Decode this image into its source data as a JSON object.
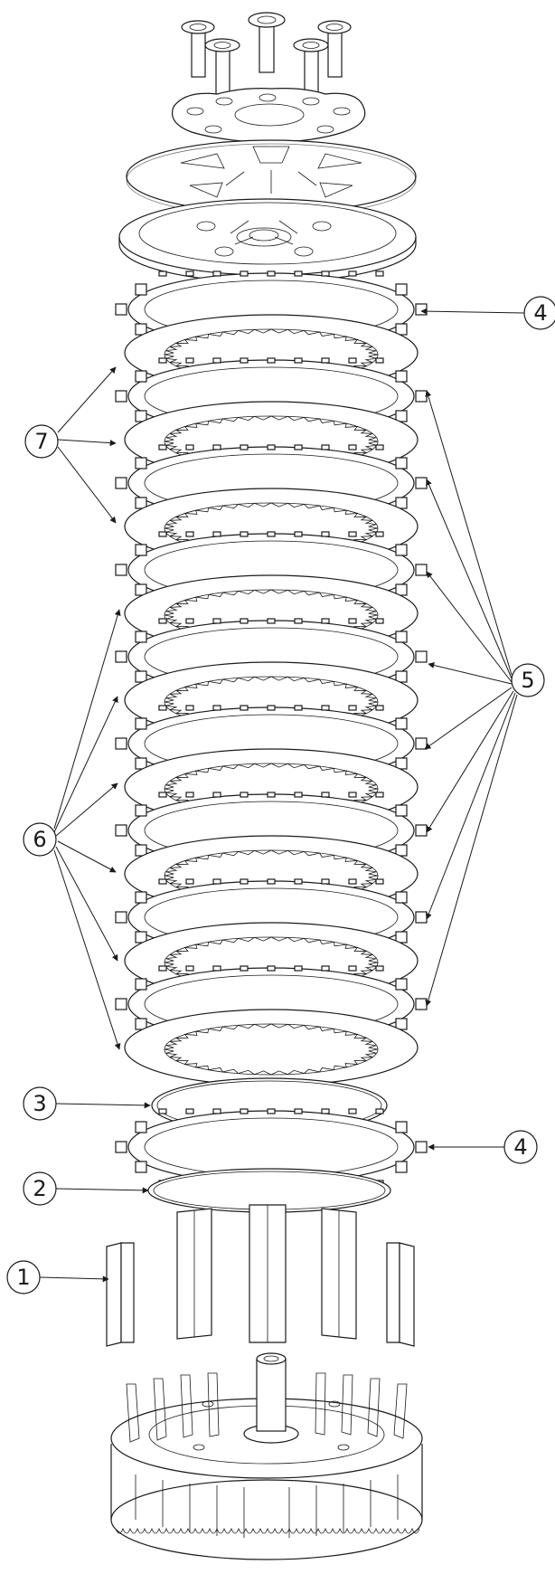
{
  "colors": {
    "line": "#1a1a1a",
    "background": "#ffffff"
  },
  "callouts": {
    "c1": "1",
    "c2": "2",
    "c3": "3",
    "c4_top": "4",
    "c4_bottom": "4",
    "c5": "5",
    "c6": "6",
    "c7": "7"
  }
}
